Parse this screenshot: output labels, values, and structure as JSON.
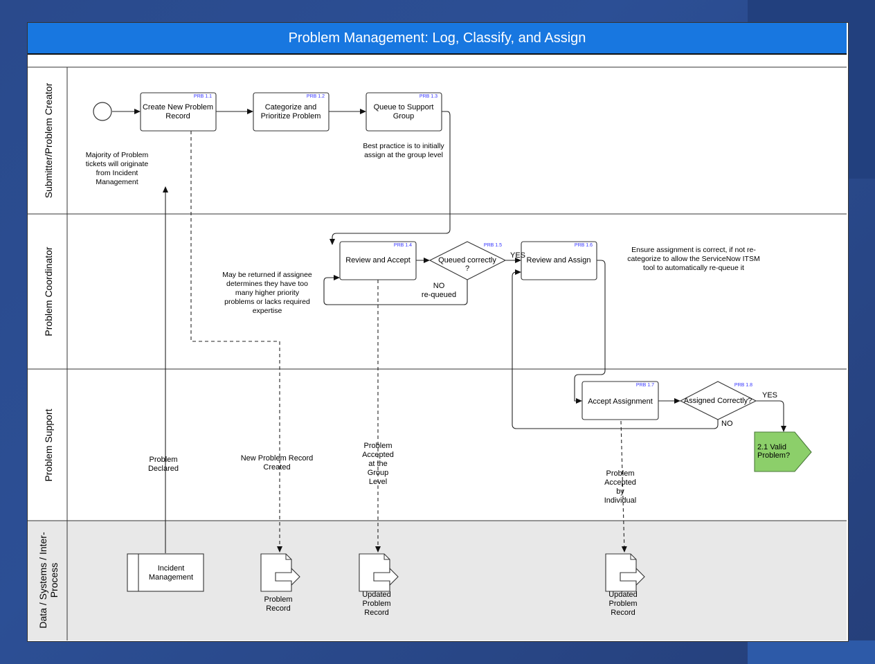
{
  "title": "Problem Management: Log, Classify, and Assign",
  "colors": {
    "title_bar": "#1877e0",
    "valid_problem_fill": "#8ccf6a",
    "systems_lane_bg": "#e8e8e8",
    "id_label": "#3333ff"
  },
  "lanes": {
    "submitter": [
      "Submitter/Problem Creator"
    ],
    "coordinator": [
      "Problem Coordinator"
    ],
    "support": [
      "Problem Support"
    ],
    "systems": [
      "Data / Systems / Inter-",
      "Process"
    ]
  },
  "steps": {
    "prb11": {
      "id": "PRB 1.1",
      "lines": [
        "Create New Problem",
        "Record"
      ]
    },
    "prb12": {
      "id": "PRB 1.2",
      "lines": [
        "Categorize and",
        "Prioritize Problem"
      ]
    },
    "prb13": {
      "id": "PRB 1.3",
      "lines": [
        "Queue to Support",
        "Group"
      ]
    },
    "prb14": {
      "id": "PRB 1.4",
      "lines": [
        "Review and Accept"
      ]
    },
    "prb15": {
      "id": "PRB 1.5",
      "lines": [
        "Queued correctly",
        "?"
      ]
    },
    "prb16": {
      "id": "PRB 1.6",
      "lines": [
        "Review and Assign"
      ]
    },
    "prb17": {
      "id": "PRB 1.7",
      "lines": [
        "Accept Assignment"
      ]
    },
    "prb18": {
      "id": "PRB 1.8",
      "lines": [
        "Assigned Correctly?"
      ]
    }
  },
  "offpage": {
    "lines": [
      "2.1 Valid",
      "Problem?"
    ]
  },
  "notes": {
    "incident_origin": [
      "Majority of Problem",
      "tickets will originate",
      "from Incident",
      "Management"
    ],
    "best_practice": [
      "Best practice is to initially",
      "assign at the group level"
    ],
    "returned": [
      "May be returned if assignee",
      "determines they have too",
      "many higher priority",
      "problems or lacks required",
      "expertise"
    ],
    "ensure": [
      "Ensure assignment is correct, if not re-",
      "categorize to allow the ServiceNow ITSM",
      "tool to automatically re-queue it"
    ]
  },
  "edge_labels": {
    "yes1": [
      "YES"
    ],
    "no1": [
      "NO",
      "re-queued"
    ],
    "yes2": [
      "YES"
    ],
    "no2": [
      "NO"
    ],
    "problem_declared": [
      "Problem",
      "Declared"
    ],
    "new_record_created": [
      "New Problem Record",
      "Created"
    ],
    "accepted_group": [
      "Problem",
      "Accepted",
      "at the",
      "Group",
      "Level"
    ],
    "accepted_individual": [
      "Problem",
      "Accepted",
      "by",
      "Individual"
    ]
  },
  "systems": {
    "incident_mgmt": [
      "Incident",
      "Management"
    ],
    "doc1": [
      "Problem",
      "Record"
    ],
    "doc2": [
      "Updated",
      "Problem",
      "Record"
    ],
    "doc3": [
      "Updated",
      "Problem",
      "Record"
    ]
  }
}
